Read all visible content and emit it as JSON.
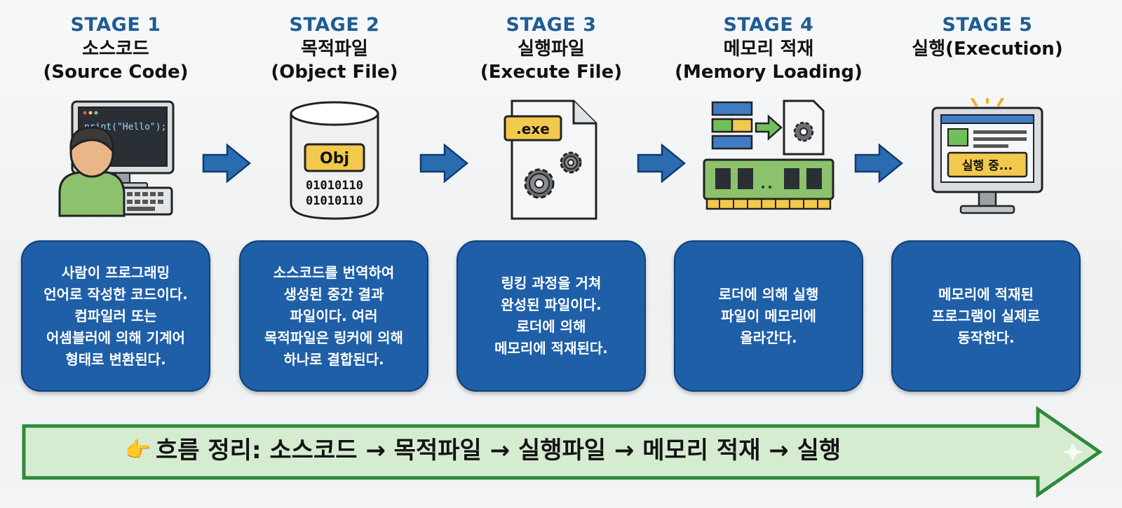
{
  "stages": [
    {
      "num": "STAGE 1",
      "title_line1": "소스코드",
      "title_line2": "(Source Code)",
      "desc": "사람이 프로그래밍\n언어로 작성한 코드이다.\n컴파일러 또는\n어셈블러에 의해 기계어\n형태로 변환된다."
    },
    {
      "num": "STAGE 2",
      "title_line1": "목적파일",
      "title_line2": "(Object File)",
      "desc": "소스코드를 번역하여\n생성된 중간 결과\n파일이다. 여러\n목적파일은 링커에 의해\n하나로 결합된다."
    },
    {
      "num": "STAGE 3",
      "title_line1": "실행파일",
      "title_line2": "(Execute File)",
      "desc": "링킹 과정을 거쳐\n완성된 파일이다.\n로더에 의해\n메모리에 적재된다."
    },
    {
      "num": "STAGE 4",
      "title_line1": "메모리 적재",
      "title_line2": "(Memory Loading)",
      "desc": "로더에 의해 실행\n파일이 메모리에\n올라간다."
    },
    {
      "num": "STAGE 5",
      "title_line1": "실행(Execution)",
      "title_line2": "",
      "desc": "메모리에 적재된\n프로그램이 실제로\n동작한다."
    }
  ],
  "icons": {
    "code_text": "print(\"Hello\");",
    "obj_label": "Obj",
    "obj_bits_1": "01010110",
    "obj_bits_2": "01010110",
    "exe_label": ".exe",
    "screen_text": "실행 중..."
  },
  "banner": {
    "hand_icon": "pointing-hand-icon",
    "text": "흐름 정리: 소스코드 → 목적파일 → 실행파일 → 메모리 적재 → 실행"
  },
  "colors": {
    "stage_blue": "#1f5d94",
    "card_blue": "#1e5fa8",
    "arrow_blue": "#2b6cb0",
    "banner_fill": "#d6ecd1",
    "banner_border": "#2f8a3a"
  }
}
